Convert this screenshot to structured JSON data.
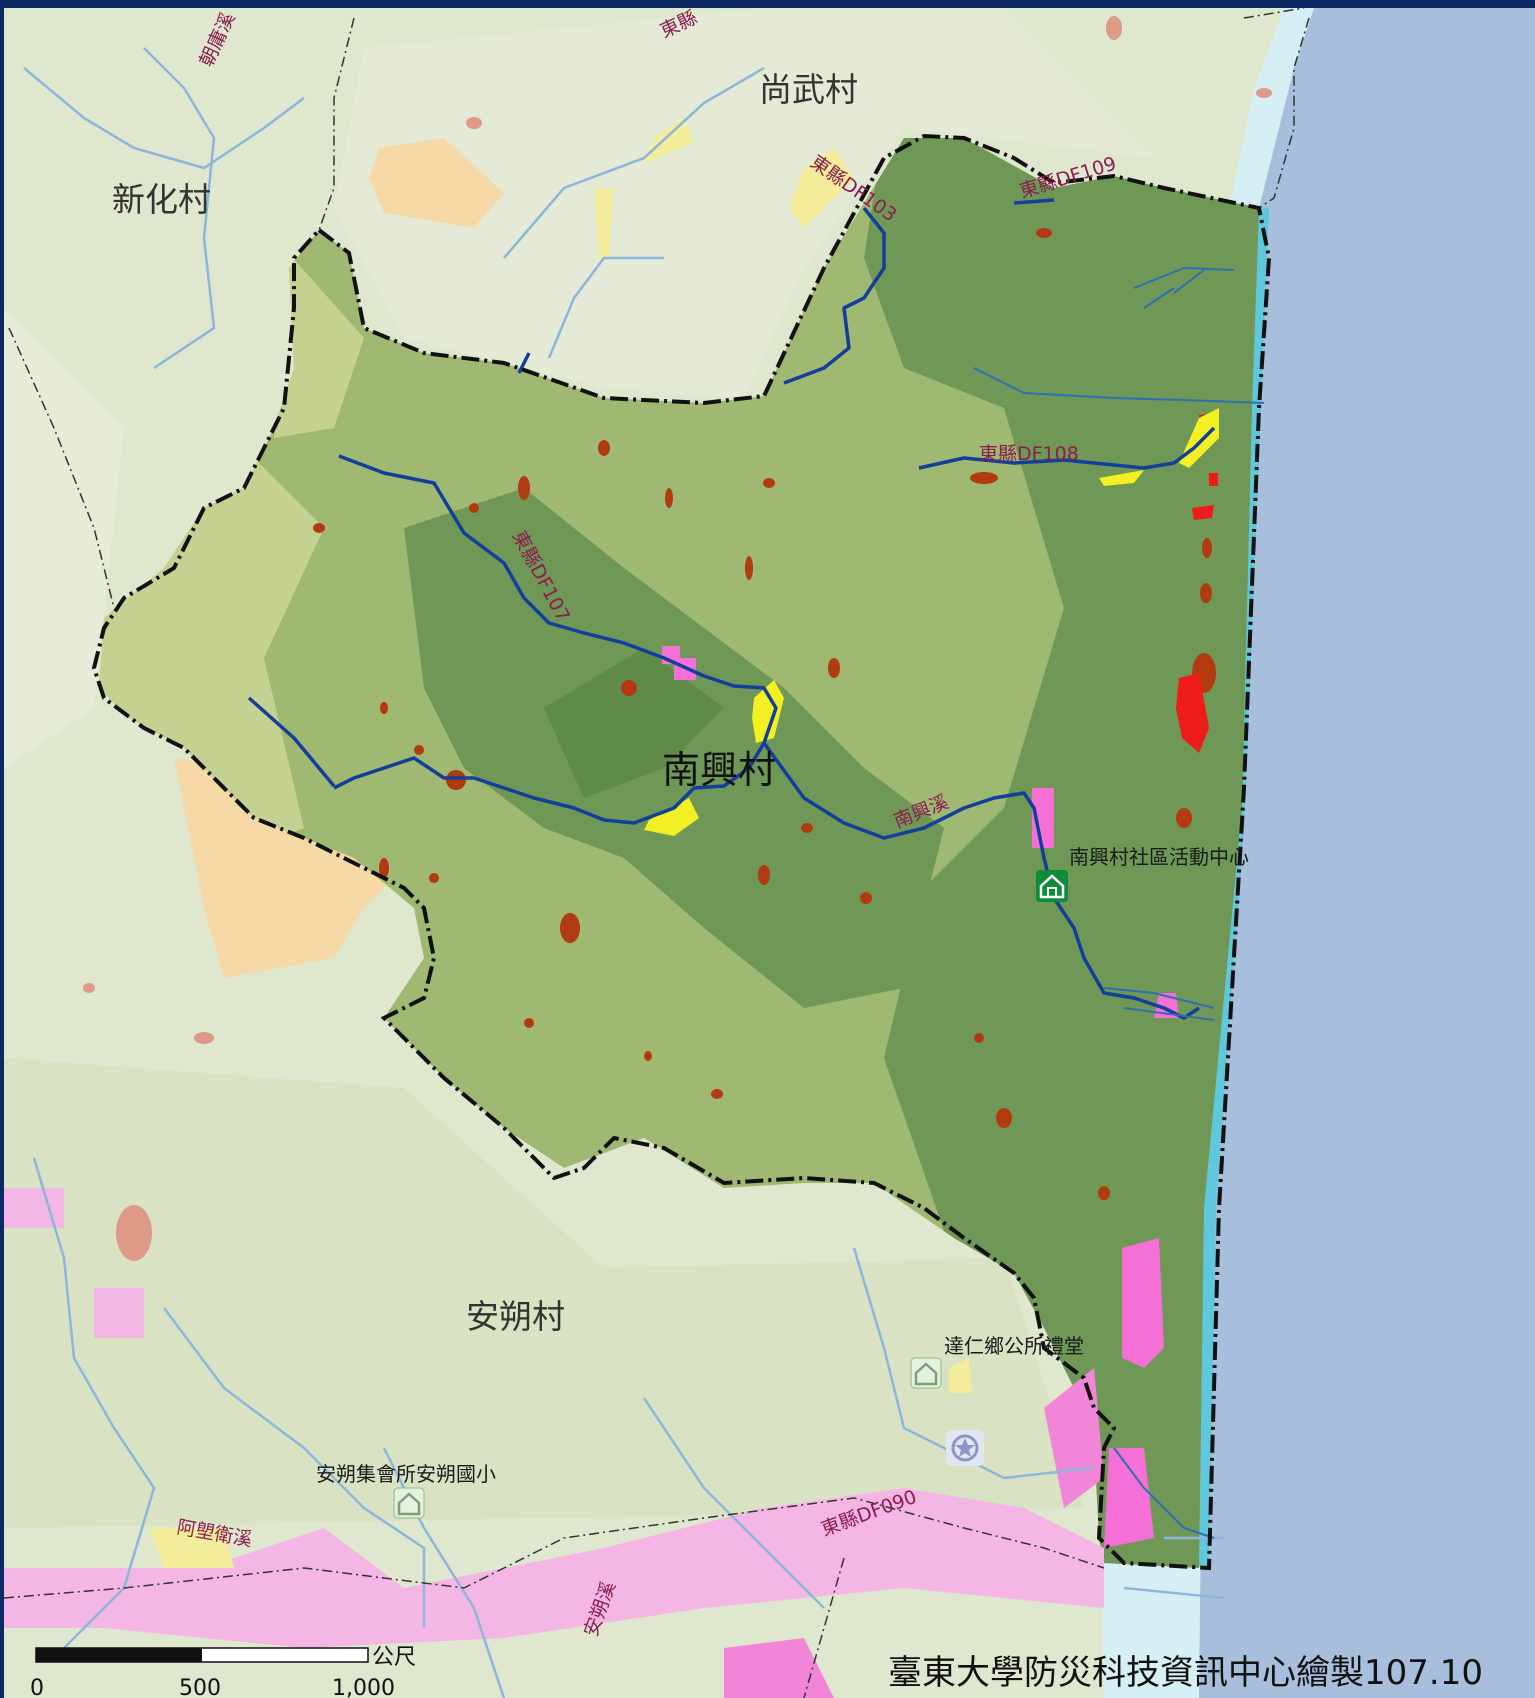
{
  "villages": {
    "main": "南興村",
    "north": "尚武村",
    "northwest": "新化村",
    "south": "安朔村"
  },
  "streams": {
    "df103": "東縣DF103",
    "df109": "東縣DF109",
    "df108": "東縣DF108",
    "df107": "東縣DF107",
    "df090": "東縣DF090",
    "nanxing": "南興溪",
    "ali": "阿塱衛溪",
    "anshuo": "安朔溪",
    "chaoyong": "朝庸溪",
    "topcut": "東縣"
  },
  "pois": {
    "community_center": "南興村社區活動中心",
    "township_hall": "達仁鄉公所禮堂",
    "school": "安朔集會所安朔國小"
  },
  "scale": {
    "ticks": [
      "0",
      "500",
      "1,000"
    ],
    "unit": "公尺"
  },
  "credit": "臺東大學防災科技資訊中心繪製107.10",
  "colors": {
    "sea": "#a7bedc",
    "coast_buffer": "#5fc8dc",
    "light_coast": "#d6eff4",
    "outside_land": "#dfe7cf",
    "village_light": "#c5d190",
    "village_mid": "#9fb872",
    "village_dark": "#6f9756",
    "landslide": "#b23a10",
    "debris": "#ee1b1b",
    "deposit": "#f2ef22",
    "settlement": "#f570d6",
    "sand": "#f6d9a7",
    "river": "#123f9a",
    "minor_river": "#8cb6dc",
    "boundary": "#111111"
  }
}
